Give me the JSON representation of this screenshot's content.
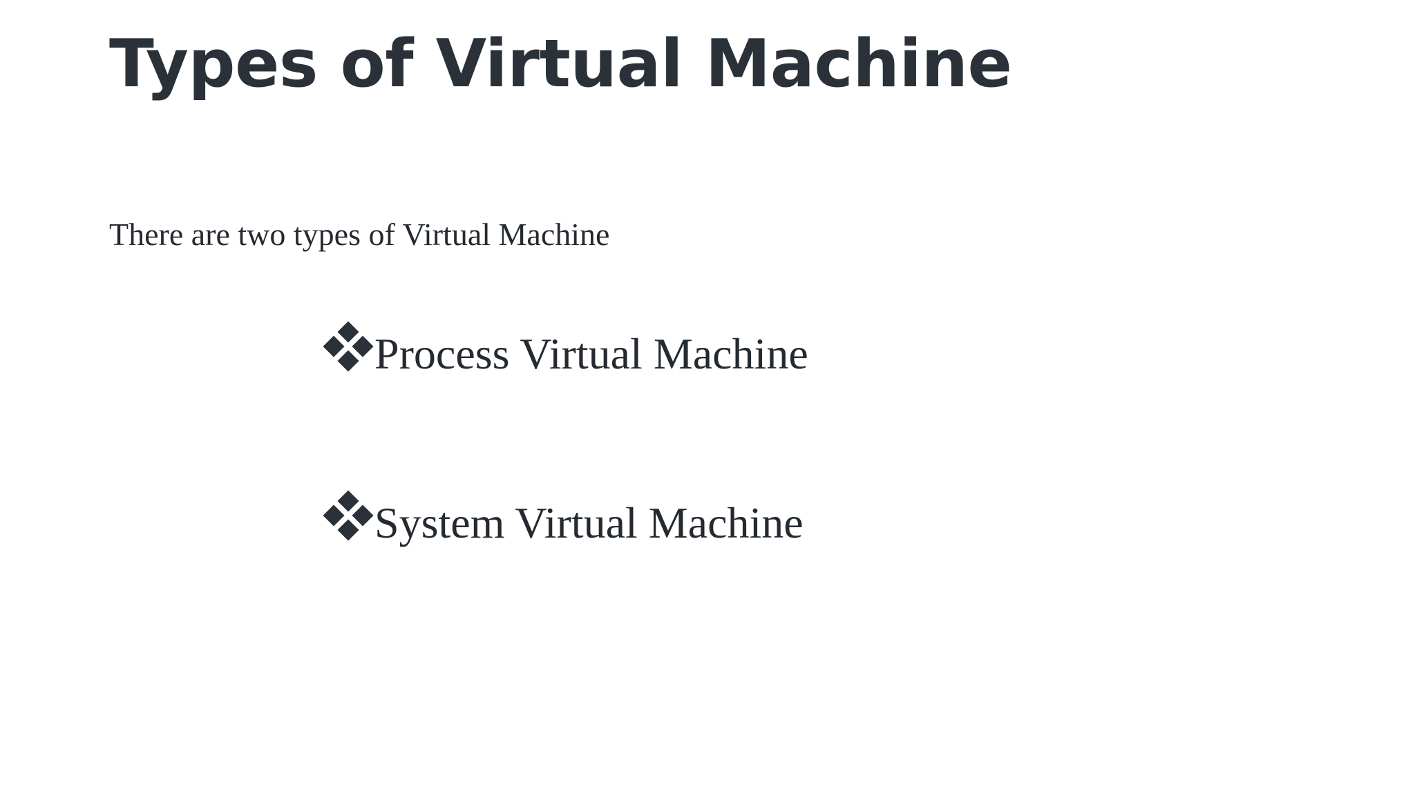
{
  "slide": {
    "background_color": "#ffffff",
    "text_color": "#2b3138",
    "title": "Types of Virtual Machine",
    "intro": "There are two types of Virtual Machine",
    "bullet_marker_glyph": "❖",
    "bullets": [
      {
        "label": "Process Virtual Machine"
      },
      {
        "label": "System Virtual Machine"
      }
    ]
  }
}
